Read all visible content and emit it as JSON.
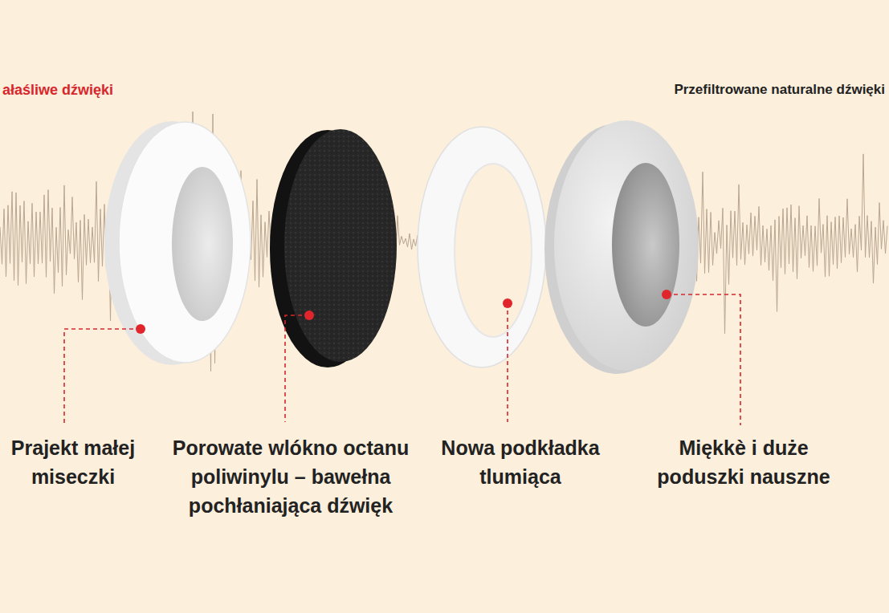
{
  "diagram": {
    "labels": [
      "ałaśliwe dźwięki",
      "Przefiltrowane naturalne dźwięki",
      "Prajekt małej miseczki",
      "Porowate wlókno octanu poliwinylu – bawełna pochłaniająca dźwięk",
      "Nowa podkładka tlumiąca",
      "Miękkè i duże poduszki nauszne"
    ]
  }
}
